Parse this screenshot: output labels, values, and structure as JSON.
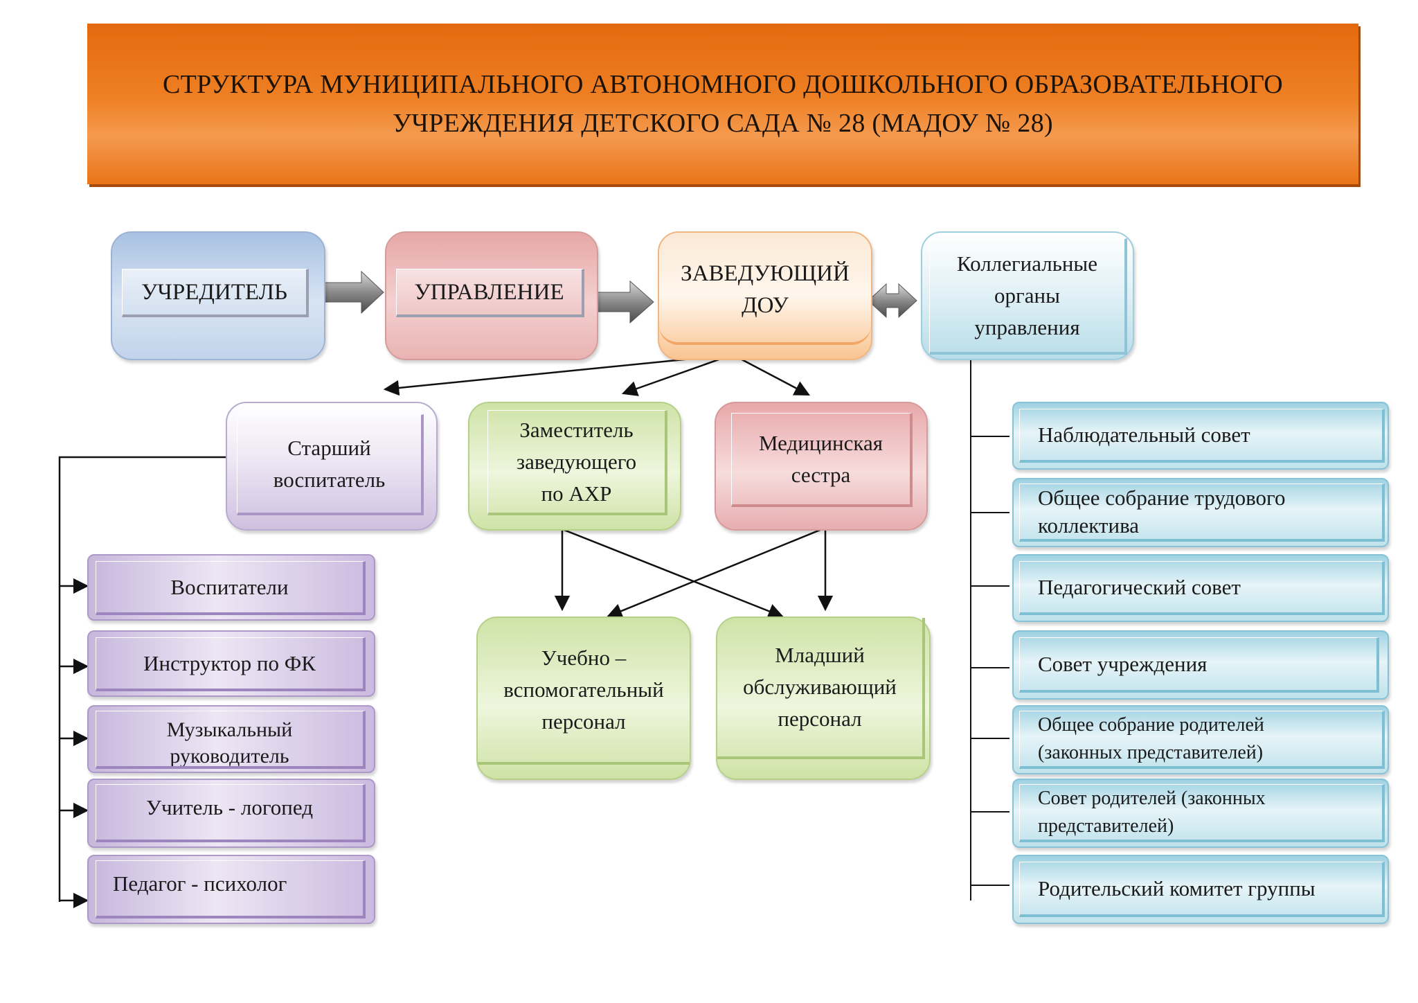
{
  "title": {
    "line1": "СТРУКТУРА МУНИЦИПАЛЬНОГО АВТОНОМНОГО ДОШКОЛЬНОГО ОБРАЗОВАТЕЛЬНОГО",
    "line2": "УЧРЕЖДЕНИЯ ДЕТСКОГО САДА № 28 (МАДОУ № 28)"
  },
  "top_row": {
    "founder": "УЧРЕДИТЕЛЬ",
    "administration": "УПРАВЛЕНИЕ",
    "head": [
      "ЗАВЕДУЮЩИЙ",
      "ДОУ"
    ],
    "collegial": [
      "Коллегиальные",
      "органы",
      "управления"
    ]
  },
  "middle_row": {
    "senior_teacher": [
      "Старший",
      "воспитатель"
    ],
    "deputy": [
      "Заместитель",
      "заведующего",
      "по АХР"
    ],
    "nurse": [
      "Медицинская",
      "сестра"
    ]
  },
  "staff_row": {
    "auxiliary": [
      "Учебно –",
      "вспомогательный",
      "персонал"
    ],
    "junior": [
      "Младший",
      "обслуживающий",
      "персонал"
    ]
  },
  "teaching_staff": [
    [
      "Воспитатели"
    ],
    [
      "Инструктор по ФК"
    ],
    [
      "Музыкальный",
      "руководитель"
    ],
    [
      "Учитель - логопед"
    ],
    [
      "Педагог - психолог"
    ]
  ],
  "collegial_bodies": [
    [
      "Наблюдательный совет"
    ],
    [
      "Общее собрание трудового",
      "коллектива"
    ],
    [
      "Педагогический совет"
    ],
    [
      "Совет учреждения"
    ],
    [
      "Общее собрание родителей",
      "(законных представителей)"
    ],
    [
      "Совет родителей (законных",
      "представителей)"
    ],
    [
      "Родительский комитет группы"
    ]
  ]
}
